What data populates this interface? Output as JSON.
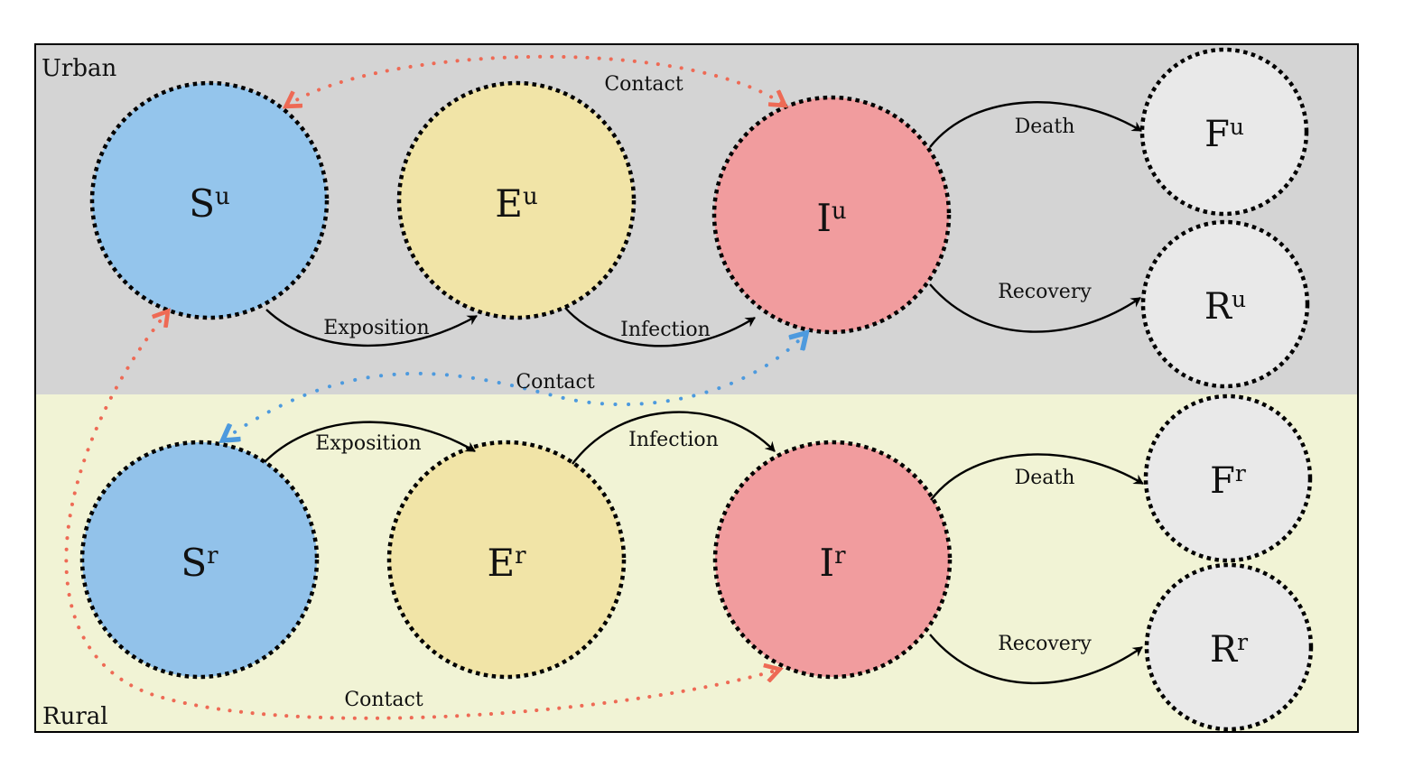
{
  "title": "Urban-Rural SEIRF compartmental model",
  "colors": {
    "urban_bg": "#d4d4d4",
    "rural_bg": "#f1f3d5",
    "susceptible": "#94c5ec",
    "exposed": "#f1e4a7",
    "infected": "#f19c9e",
    "terminal": "#e9e9e9",
    "contact_red": "#ee6a55",
    "contact_blue": "#4d9ade",
    "border": "#000000"
  },
  "regions": [
    {
      "id": "urban",
      "label": "Urban"
    },
    {
      "id": "rural",
      "label": "Rural"
    }
  ],
  "nodes": [
    {
      "id": "Su",
      "letter": "S",
      "sup": "u",
      "region": "urban",
      "kind": "susceptible"
    },
    {
      "id": "Eu",
      "letter": "E",
      "sup": "u",
      "region": "urban",
      "kind": "exposed"
    },
    {
      "id": "Iu",
      "letter": "I",
      "sup": "u",
      "region": "urban",
      "kind": "infected"
    },
    {
      "id": "Fu",
      "letter": "F",
      "sup": "u",
      "region": "urban",
      "kind": "terminal"
    },
    {
      "id": "Ru",
      "letter": "R",
      "sup": "u",
      "region": "urban",
      "kind": "terminal"
    },
    {
      "id": "Sr",
      "letter": "S",
      "sup": "r",
      "region": "rural",
      "kind": "susceptible"
    },
    {
      "id": "Er",
      "letter": "E",
      "sup": "r",
      "region": "rural",
      "kind": "exposed"
    },
    {
      "id": "Ir",
      "letter": "I",
      "sup": "r",
      "region": "rural",
      "kind": "infected"
    },
    {
      "id": "Fr",
      "letter": "F",
      "sup": "r",
      "region": "rural",
      "kind": "terminal"
    },
    {
      "id": "Rr",
      "letter": "R",
      "sup": "r",
      "region": "rural",
      "kind": "terminal"
    }
  ],
  "edges": [
    {
      "id": "su-eu",
      "from": "Su",
      "to": "Eu",
      "label": "Exposition",
      "type": "flow"
    },
    {
      "id": "eu-iu",
      "from": "Eu",
      "to": "Iu",
      "label": "Infection",
      "type": "flow"
    },
    {
      "id": "iu-fu",
      "from": "Iu",
      "to": "Fu",
      "label": "Death",
      "type": "flow"
    },
    {
      "id": "iu-ru",
      "from": "Iu",
      "to": "Ru",
      "label": "Recovery",
      "type": "flow"
    },
    {
      "id": "sr-er",
      "from": "Sr",
      "to": "Er",
      "label": "Exposition",
      "type": "flow"
    },
    {
      "id": "er-ir",
      "from": "Er",
      "to": "Ir",
      "label": "Infection",
      "type": "flow"
    },
    {
      "id": "ir-fr",
      "from": "Ir",
      "to": "Fr",
      "label": "Death",
      "type": "flow"
    },
    {
      "id": "ir-rr",
      "from": "Ir",
      "to": "Rr",
      "label": "Recovery",
      "type": "flow"
    },
    {
      "id": "su-iu",
      "from": "Su",
      "to": "Iu",
      "label": "Contact",
      "type": "contact",
      "color": "red",
      "bidirectional": true
    },
    {
      "id": "sr-iu",
      "from": "Sr",
      "to": "Iu",
      "label": "Contact",
      "type": "contact",
      "color": "blue",
      "bidirectional": true
    },
    {
      "id": "su-ir",
      "from": "Su",
      "to": "Ir",
      "label": "Contact",
      "type": "contact",
      "color": "red",
      "bidirectional": true
    }
  ]
}
